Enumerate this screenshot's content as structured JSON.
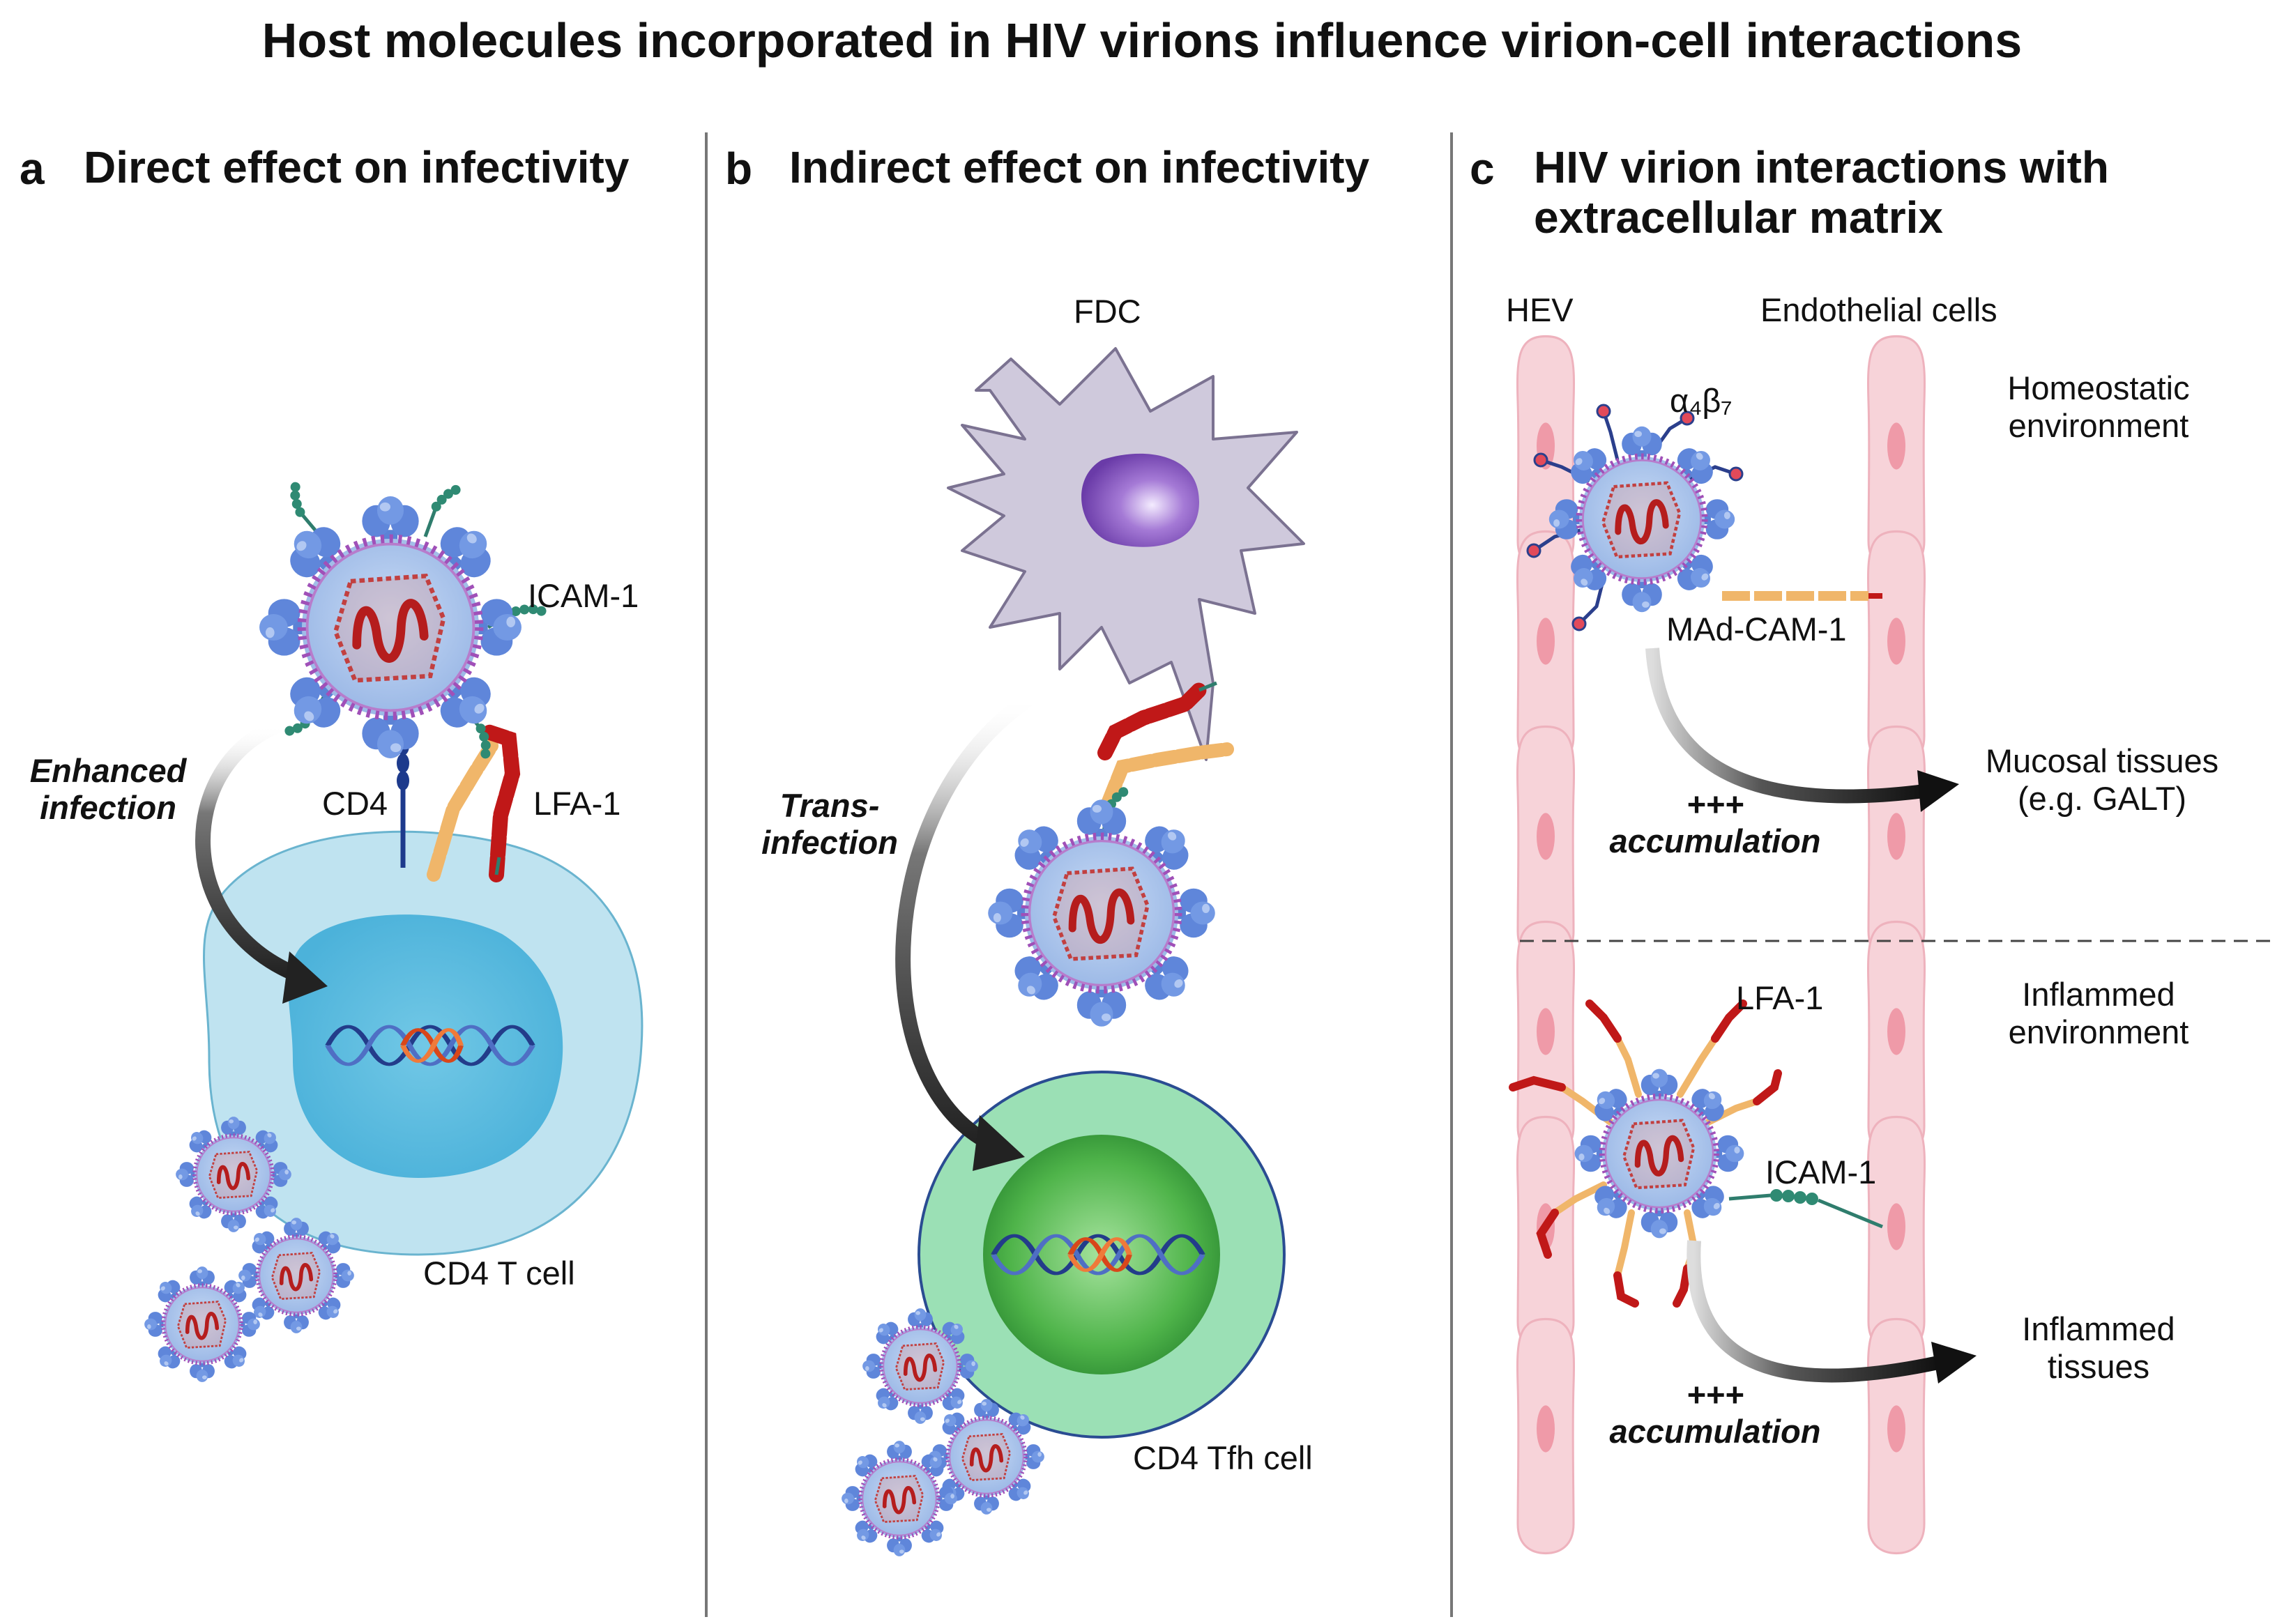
{
  "title": "Host molecules incorporated in HIV virions influence virion-cell interactions",
  "panels": {
    "a": {
      "letter": "a",
      "heading": "Direct effect on infectivity",
      "labels": {
        "icam1": "ICAM-1",
        "cd4": "CD4",
        "lfa1": "LFA-1",
        "arrow_line1": "Enhanced",
        "arrow_line2": "infection",
        "cell": "CD4 T cell"
      }
    },
    "b": {
      "letter": "b",
      "heading": "Indirect effect on infectivity",
      "labels": {
        "fdc": "FDC",
        "arrow_line1": "Trans-",
        "arrow_line2": "infection",
        "cell": "CD4 Tfh cell"
      }
    },
    "c": {
      "letter": "c",
      "heading_line1": "HIV virion interactions with",
      "heading_line2": "extracellular matrix",
      "labels": {
        "hev": "HEV",
        "endothelial": "Endothelial cells",
        "homeostatic_line1": "Homeostatic",
        "homeostatic_line2": "environment",
        "a4b7": "α₄β₇",
        "madcam": "MAd-CAM-1",
        "mucosal_line1": "Mucosal tissues",
        "mucosal_line2": "(e.g. GALT)",
        "acc1_line1": "+++",
        "acc1_line2": "accumulation",
        "lfa1": "LFA-1",
        "inflamed_env_line1": "Inflammed",
        "inflamed_env_line2": "environment",
        "icam1": "ICAM-1",
        "inflamed_tis_line1": "Inflammed",
        "inflamed_tis_line2": "tissues",
        "acc2_line1": "+++",
        "acc2_line2": "accumulation"
      }
    }
  },
  "colors": {
    "virion_fill": "#a9c4ea",
    "virion_rim": "#9a4fb0",
    "spike": "#5b82d6",
    "rna": "#c42020",
    "tcell_outer": "#bfe3f0",
    "tcell_inner": "#6cc3e2",
    "tfh_outer": "#9be0b5",
    "tfh_inner": "#3eab48",
    "fdc": "#cfc9dc",
    "fdc_nucleus": "#8a58c0",
    "endothelial": "#f6cfd6",
    "endothelial_nucleus": "#ee9aa8",
    "lfa1_red": "#c01818",
    "lfa1_orange": "#f0b66a",
    "icam_green": "#2f7d6d",
    "cd4_blue": "#1d3a8c",
    "arrow": "#222222"
  }
}
